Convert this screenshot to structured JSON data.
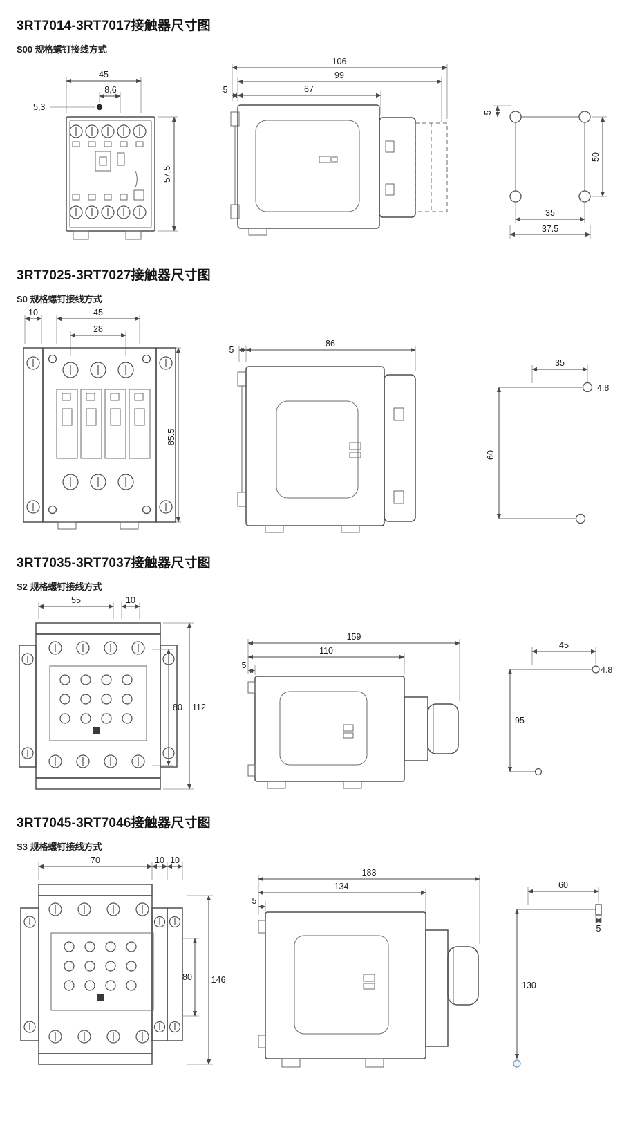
{
  "page": {
    "sections": [
      {
        "title": "3RT7014-3RT7017接触器尺寸图",
        "subtitle": "S00 规格螺钉接线方式",
        "front": {
          "d1": "45",
          "d2": "8,6",
          "d3": "5,3",
          "h1": "57,5"
        },
        "side": {
          "d1": "106",
          "d2": "99",
          "d3": "67",
          "d4": "5"
        },
        "holes": {
          "d1": "5",
          "d2": "50",
          "d3": "35",
          "d4": "37.5"
        }
      },
      {
        "title": "3RT7025-3RT7027接触器尺寸图",
        "subtitle": "S0 规格螺钉接线方式",
        "front": {
          "d1": "10",
          "d2": "45",
          "d3": "28",
          "h1": "85.5"
        },
        "side": {
          "d1": "5",
          "d2": "86"
        },
        "holes": {
          "d1": "35",
          "d2": "4.8",
          "d3": "60"
        }
      },
      {
        "title": "3RT7035-3RT7037接触器尺寸图",
        "subtitle": "S2 规格螺钉接线方式",
        "front": {
          "d1": "55",
          "d2": "10",
          "h1": "80",
          "h2": "112"
        },
        "side": {
          "d1": "159",
          "d2": "110",
          "d3": "5"
        },
        "holes": {
          "d1": "45",
          "d2": "4.8",
          "d3": "95"
        }
      },
      {
        "title": "3RT7045-3RT7046接触器尺寸图",
        "subtitle": "S3 规格螺钉接线方式",
        "front": {
          "d1": "70",
          "d2": "10",
          "d3": "10",
          "h1": "80",
          "h2": "146"
        },
        "side": {
          "d1": "183",
          "d2": "134",
          "d3": "5"
        },
        "holes": {
          "d1": "60",
          "d2": "5",
          "d3": "130"
        }
      }
    ]
  }
}
